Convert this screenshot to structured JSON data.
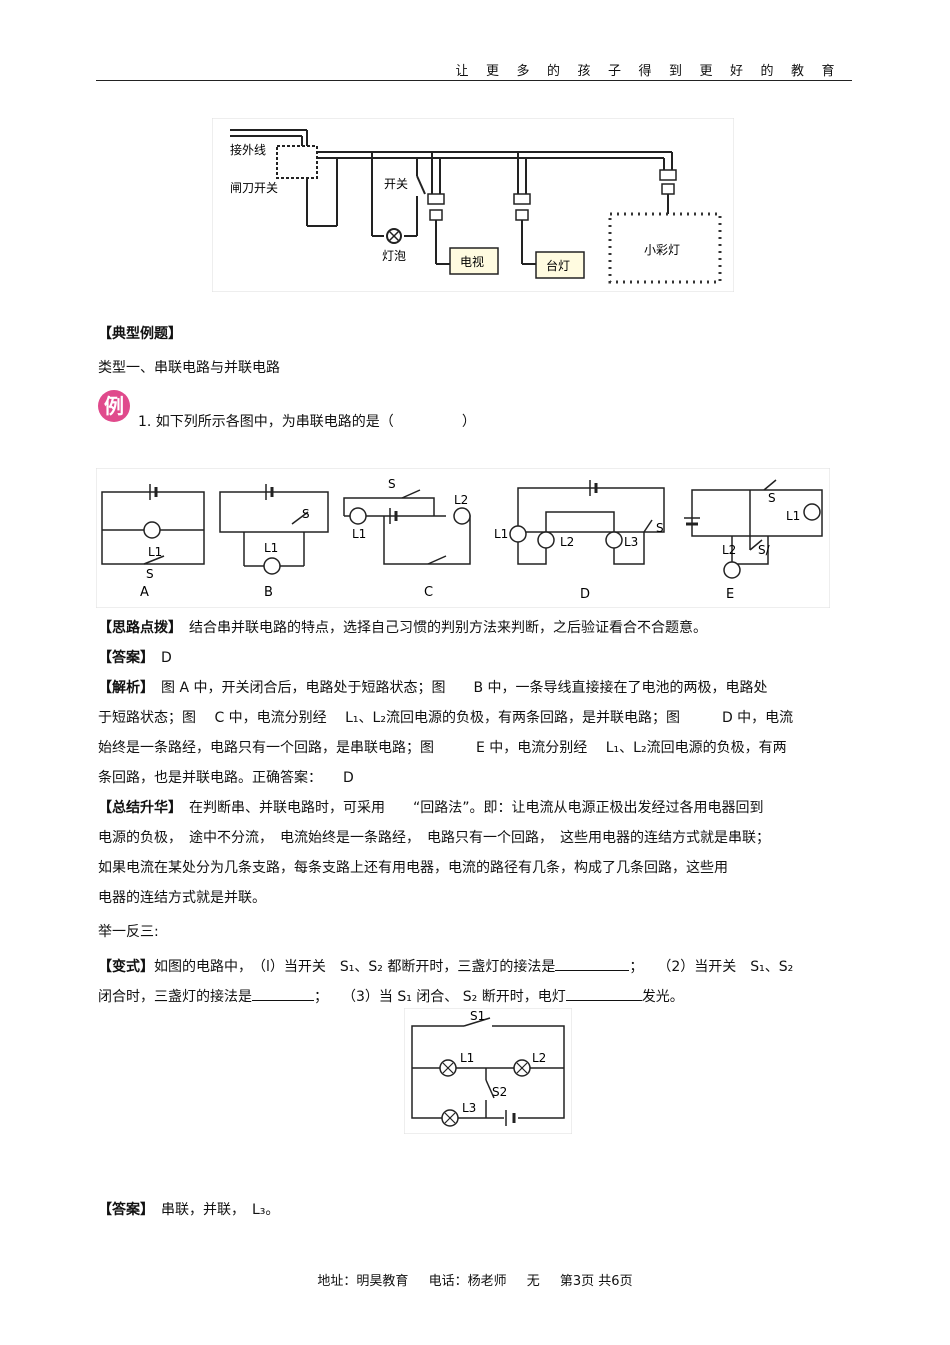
{
  "header": {
    "slogan": "让更多的孩子得到更好的教育"
  },
  "figure1": {
    "labels": {
      "external_line": "接外线",
      "knife_switch": "闸刀开关",
      "switch": "开关",
      "bulb": "灯泡",
      "tv": "电视",
      "desk_lamp": "台灯",
      "small_lights": "小彩灯"
    }
  },
  "section_title": "【典型例题】",
  "type_title": "类型一、串联电路与并联电路",
  "example_badge": "例",
  "question1": {
    "text": "1. 如下列所示各图中，为串联电路的是（",
    "close": "）"
  },
  "figure2": {
    "panels": [
      "A",
      "B",
      "C",
      "D",
      "E"
    ],
    "labels": {
      "L1": "L1",
      "L2": "L2",
      "L3": "L3",
      "S": "S",
      "S_prime": "S/"
    }
  },
  "hint": {
    "label": "【思路点拨】",
    "text": "结合串并联电路的特点，选择自己习惯的判别方法来判断，之后验证看合不合题意。"
  },
  "answer1": {
    "label": "【答案】",
    "text": "D"
  },
  "analysis": {
    "label": "【解析】",
    "lines": [
      "图 A 中，开关闭合后，电路处于短路状态；图　　B 中，一条导线直接接在了电池的两极，电路处",
      "于短路状态；图　 C 中，电流分别经　 L₁、L₂流回电源的负极，有两条回路，是并联电路；图　　　D 中，电流",
      "始终是一条路经，电路只有一个回路，是串联电路；图　　　E 中，电流分别经　 L₁、L₂流回电源的负极，有两",
      "条回路，也是并联电路。正确答案：　　D"
    ]
  },
  "summary": {
    "label": "【总结升华】",
    "lines": [
      "在判断串、并联电路时，可采用　　“回路法”。即：让电流从电源正极出发经过各用电器回到",
      "电源的负极，　途中不分流，　电流始终是一条路经，　电路只有一个回路，　这些用电器的连结方式就是串联；",
      "如果电流在某处分为几条支路，每条支路上还有用电器，电流的路径有几条，构成了几条回路，这些用",
      "电器的连结方式就是并联。"
    ]
  },
  "variation_title": "举一反三:",
  "variation": {
    "label": "【变式】",
    "line1_a": "如图的电路中，　（l）当开关　S₁、S₂ 都断开时，三盏灯的接法是",
    "line1_b": "；　　（2）当开关　S₁、S₂",
    "line2_a": "闭合时，三盏灯的接法是",
    "line2_b": "；　　（3）当 S₁ 闭合、 S₂ 断开时，电灯",
    "line2_c": "发光。"
  },
  "figure3": {
    "labels": {
      "S1": "S1",
      "S2": "S2",
      "L1": "L1",
      "L2": "L2",
      "L3": "L3"
    }
  },
  "answer2": {
    "label": "【答案】",
    "text": "串联，并联，　L₃。"
  },
  "footer": {
    "address": "地址：明昊教育",
    "phone": "电话：杨老师",
    "none": "无",
    "page": "第3页 共6页"
  }
}
